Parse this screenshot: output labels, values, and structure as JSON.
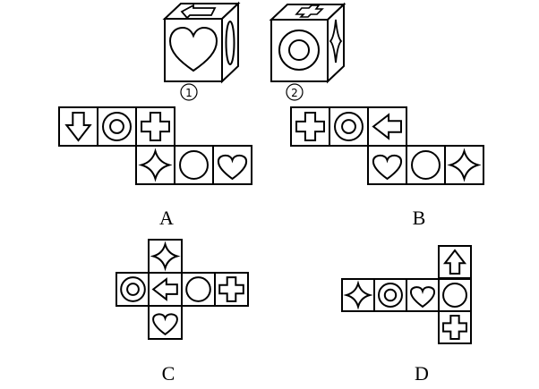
{
  "cubes": [
    {
      "label": "①",
      "front": "heart-icon",
      "top": "arrow-left-icon",
      "side": "ellipse-icon"
    },
    {
      "label": "②",
      "front": "ring-icon",
      "top": "cross-icon",
      "side": "star-icon"
    }
  ],
  "options": [
    {
      "label": "A",
      "cells": [
        "arrow-down-icon",
        "ring-icon",
        "cross-icon",
        "star-icon",
        "circle-icon",
        "heart-icon"
      ]
    },
    {
      "label": "B",
      "cells": [
        "cross-icon",
        "ring-icon",
        "arrow-left-icon",
        "heart-icon",
        "circle-icon",
        "star-icon"
      ]
    },
    {
      "label": "C",
      "cells": [
        "star-icon",
        "ring-icon",
        "arrow-left-icon",
        "circle-icon",
        "cross-icon",
        "heart-icon"
      ]
    },
    {
      "label": "D",
      "cells": [
        "arrow-up-icon",
        "star-icon",
        "ring-icon",
        "heart-icon",
        "circle-icon",
        "cross-icon"
      ]
    }
  ]
}
